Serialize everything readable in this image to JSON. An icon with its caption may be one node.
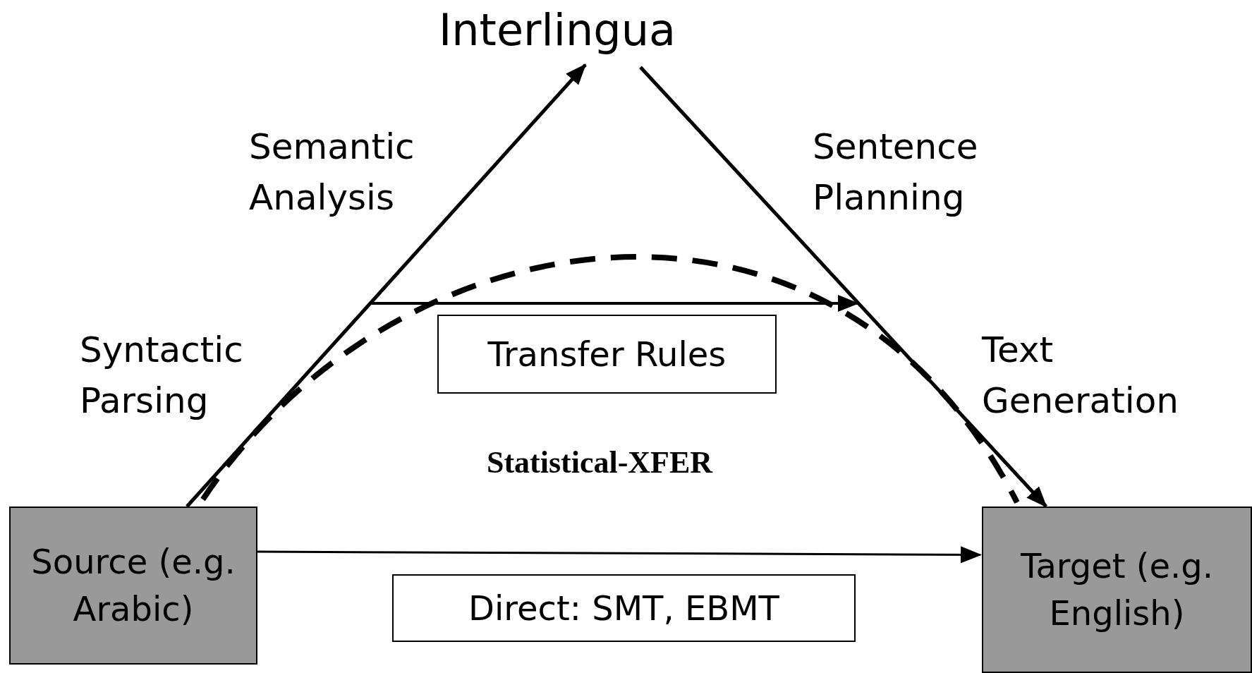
{
  "diagram": {
    "nodes": [
      {
        "text": [
          "Interlingua"
        ]
      },
      {
        "text": [
          "Transfer Rules"
        ]
      },
      {
        "text": [
          "Source (e.g. Arabic)"
        ]
      },
      {
        "text": [
          "Target (e.g. English)"
        ]
      },
      {
        "text": [
          "Direct: SMT, EBMT"
        ]
      }
    ],
    "edges": [
      {
        "from": 2,
        "to": 0,
        "arrow": "to"
      },
      {
        "from": 0,
        "to": 3,
        "arrow": "to"
      },
      {
        "from": 2,
        "to": 3,
        "arrow": "to",
        "style": "dashed"
      },
      {
        "from": 2,
        "to": 3,
        "arrow": "to"
      }
    ],
    "labels": [
      "Semantic Analysis",
      "Sentence Planning",
      "Syntactic Parsing",
      "Text Generation",
      "Statistical-XFER"
    ]
  }
}
